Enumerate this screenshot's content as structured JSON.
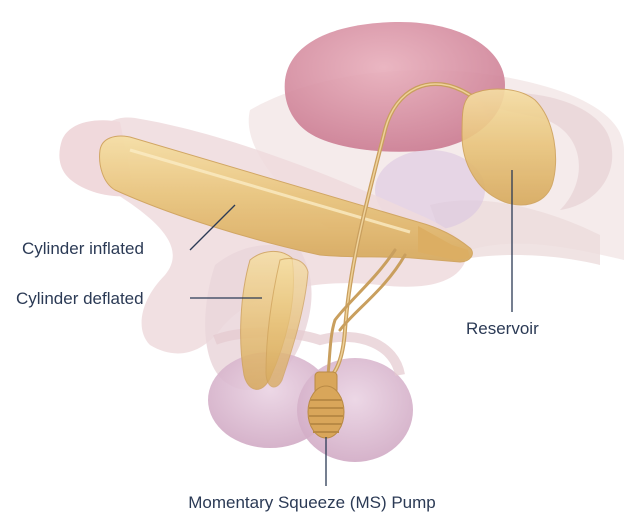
{
  "labels": {
    "cylinder_inflated": "Cylinder inflated",
    "cylinder_deflated": "Cylinder deflated",
    "reservoir": "Reservoir",
    "pump": "Momentary Squeeze (MS) Pump"
  },
  "colors": {
    "label_text": "#2b3a55",
    "leader_line": "#2b3a55",
    "tissue_pink": "#eccfd3",
    "bladder": "#d995a7",
    "device_gold": "#e8c37a",
    "tubing": "#c99f5e"
  }
}
